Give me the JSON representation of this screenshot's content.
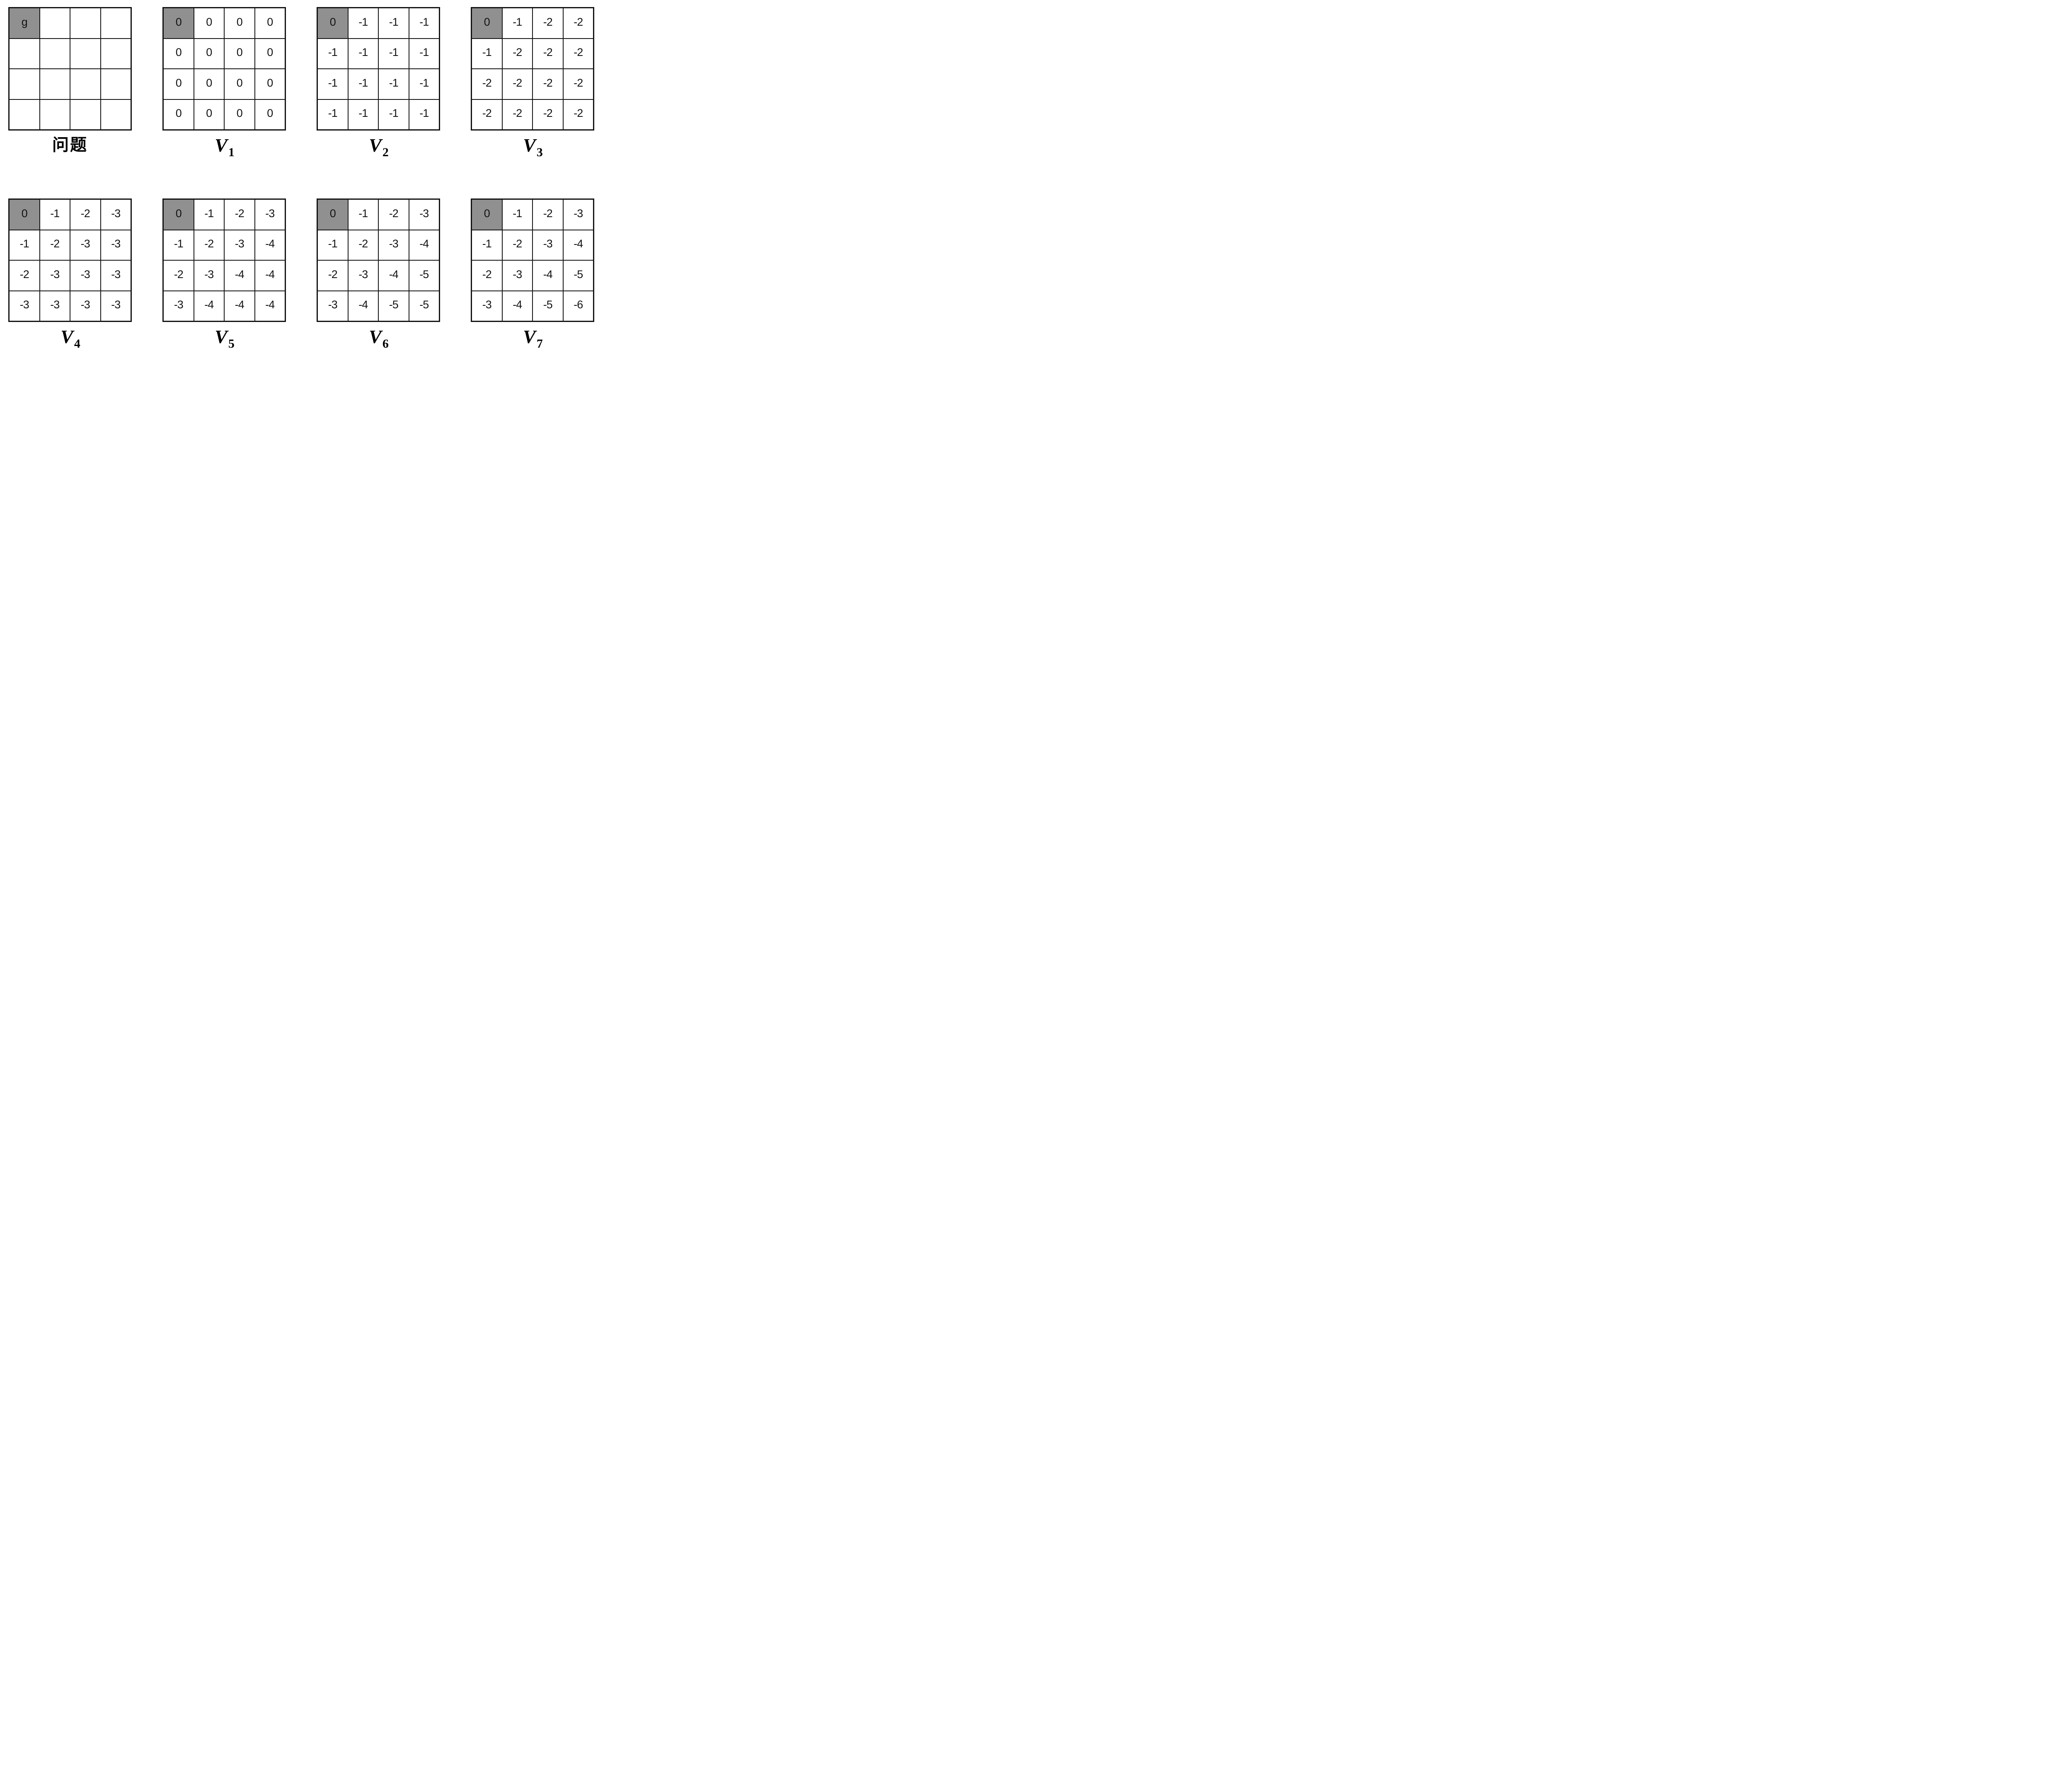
{
  "figure": {
    "problem_label": "问题",
    "goal_marker": "g",
    "iteration_label_base": "V",
    "iteration_subscripts": [
      "1",
      "2",
      "3",
      "4",
      "5",
      "6",
      "7"
    ]
  },
  "colors": {
    "background": "#ffffff",
    "grid_line": "#131313",
    "cell_text": "#131313",
    "goal_cell_bg": "#909090",
    "label_text": "#000000"
  },
  "panels": [
    {
      "id": "problem",
      "label": "问题",
      "label_sub": "",
      "label_type": "cjk",
      "goal_cell": {
        "row": 0,
        "col": 0
      },
      "cells": [
        [
          "g",
          "",
          "",
          ""
        ],
        [
          "",
          "",
          "",
          ""
        ],
        [
          "",
          "",
          "",
          ""
        ],
        [
          "",
          "",
          "",
          ""
        ]
      ]
    },
    {
      "id": "v1",
      "label": "V",
      "label_sub": "1",
      "label_type": "math",
      "goal_cell": {
        "row": 0,
        "col": 0
      },
      "cells": [
        [
          "0",
          "0",
          "0",
          "0"
        ],
        [
          "0",
          "0",
          "0",
          "0"
        ],
        [
          "0",
          "0",
          "0",
          "0"
        ],
        [
          "0",
          "0",
          "0",
          "0"
        ]
      ]
    },
    {
      "id": "v2",
      "label": "V",
      "label_sub": "2",
      "label_type": "math",
      "goal_cell": {
        "row": 0,
        "col": 0
      },
      "cells": [
        [
          "0",
          "-1",
          "-1",
          "-1"
        ],
        [
          "-1",
          "-1",
          "-1",
          "-1"
        ],
        [
          "-1",
          "-1",
          "-1",
          "-1"
        ],
        [
          "-1",
          "-1",
          "-1",
          "-1"
        ]
      ]
    },
    {
      "id": "v3",
      "label": "V",
      "label_sub": "3",
      "label_type": "math",
      "goal_cell": {
        "row": 0,
        "col": 0
      },
      "cells": [
        [
          "0",
          "-1",
          "-2",
          "-2"
        ],
        [
          "-1",
          "-2",
          "-2",
          "-2"
        ],
        [
          "-2",
          "-2",
          "-2",
          "-2"
        ],
        [
          "-2",
          "-2",
          "-2",
          "-2"
        ]
      ]
    },
    {
      "id": "v4",
      "label": "V",
      "label_sub": "4",
      "label_type": "math",
      "goal_cell": {
        "row": 0,
        "col": 0
      },
      "cells": [
        [
          "0",
          "-1",
          "-2",
          "-3"
        ],
        [
          "-1",
          "-2",
          "-3",
          "-3"
        ],
        [
          "-2",
          "-3",
          "-3",
          "-3"
        ],
        [
          "-3",
          "-3",
          "-3",
          "-3"
        ]
      ]
    },
    {
      "id": "v5",
      "label": "V",
      "label_sub": "5",
      "label_type": "math",
      "goal_cell": {
        "row": 0,
        "col": 0
      },
      "cells": [
        [
          "0",
          "-1",
          "-2",
          "-3"
        ],
        [
          "-1",
          "-2",
          "-3",
          "-4"
        ],
        [
          "-2",
          "-3",
          "-4",
          "-4"
        ],
        [
          "-3",
          "-4",
          "-4",
          "-4"
        ]
      ]
    },
    {
      "id": "v6",
      "label": "V",
      "label_sub": "6",
      "label_type": "math",
      "goal_cell": {
        "row": 0,
        "col": 0
      },
      "cells": [
        [
          "0",
          "-1",
          "-2",
          "-3"
        ],
        [
          "-1",
          "-2",
          "-3",
          "-4"
        ],
        [
          "-2",
          "-3",
          "-4",
          "-5"
        ],
        [
          "-3",
          "-4",
          "-5",
          "-5"
        ]
      ]
    },
    {
      "id": "v7",
      "label": "V",
      "label_sub": "7",
      "label_type": "math",
      "goal_cell": {
        "row": 0,
        "col": 0
      },
      "cells": [
        [
          "0",
          "-1",
          "-2",
          "-3"
        ],
        [
          "-1",
          "-2",
          "-3",
          "-4"
        ],
        [
          "-2",
          "-3",
          "-4",
          "-5"
        ],
        [
          "-3",
          "-4",
          "-5",
          "-6"
        ]
      ]
    }
  ]
}
